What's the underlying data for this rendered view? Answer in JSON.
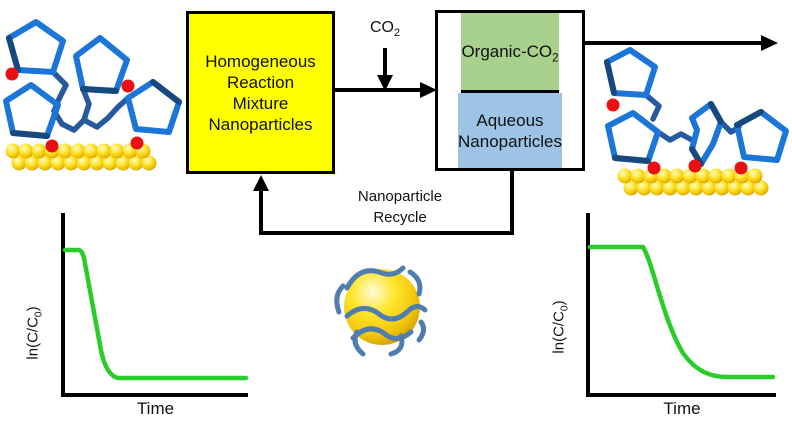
{
  "flow": {
    "reactor_box": {
      "lines": [
        "Homogeneous",
        "Reaction",
        "Mixture",
        "Nanoparticles"
      ],
      "fill": "#FFFF00"
    },
    "organic_box": {
      "text": "Organic-CO",
      "sub": "2",
      "fill": "#A9D18E"
    },
    "aqueous_box": {
      "lines": [
        "Aqueous",
        "Nanoparticles"
      ],
      "fill": "#9DC3E6"
    },
    "co2_label": {
      "text": "CO",
      "sub": "2"
    },
    "recycle_label": {
      "line1": "Nanoparticle",
      "line2": "Recycle"
    }
  },
  "charts": {
    "left": {
      "ylabel_pre": "ln(C/C",
      "ylabel_sub": "0",
      "ylabel_post": ")",
      "xlabel": "Time"
    },
    "right": {
      "ylabel_pre": "ln(C/C",
      "ylabel_sub": "0",
      "ylabel_post": ")",
      "xlabel": "Time"
    }
  },
  "chart_data": [
    {
      "id": "left-kinetics-homogeneous-reaction",
      "type": "line",
      "title": "",
      "xlabel": "Time",
      "ylabel": "ln(C/C0)",
      "x_range": [
        0,
        1
      ],
      "y_range": [
        0,
        1
      ],
      "ticks": "none",
      "grid": false,
      "legend": false,
      "series": [
        {
          "name": "homogeneous-reaction-decay",
          "color": "#29CC29",
          "x": [
            0,
            0.08,
            0.11,
            0.15,
            0.19,
            0.24,
            0.3,
            1.0
          ],
          "y": [
            0.93,
            0.93,
            0.72,
            0.42,
            0.18,
            0.06,
            0.03,
            0.03
          ]
        }
      ],
      "annotation": "fast decay: short initial plateau then steep drop to near-zero plateau"
    },
    {
      "id": "right-kinetics-aqueous-nanoparticles",
      "type": "line",
      "title": "",
      "xlabel": "Time",
      "ylabel": "ln(C/C0)",
      "x_range": [
        0,
        1
      ],
      "y_range": [
        0,
        1
      ],
      "ticks": "none",
      "grid": false,
      "legend": false,
      "series": [
        {
          "name": "aqueous-nanoparticle-decay",
          "color": "#29CC29",
          "x": [
            0,
            0.29,
            0.38,
            0.5,
            0.62,
            0.75,
            0.88,
            1.0
          ],
          "y": [
            0.93,
            0.93,
            0.75,
            0.45,
            0.2,
            0.07,
            0.04,
            0.04
          ]
        }
      ],
      "annotation": "slower decay: long plateau then gradual exponential drop to low plateau"
    }
  ],
  "colors": {
    "reactor_yellow": "#FFFF00",
    "organic_green": "#A9D18E",
    "aqueous_blue": "#9DC3E6",
    "curve_green": "#29CC29",
    "gold_nanoparticle": "#FFD24A",
    "polymer_ring_blue": "#1B76D8",
    "polymer_chain_blue": "#27599F",
    "sphere_polymer_blue": "#4E7DAE",
    "oxygen_red": "#E81010",
    "line_black": "#000000"
  }
}
